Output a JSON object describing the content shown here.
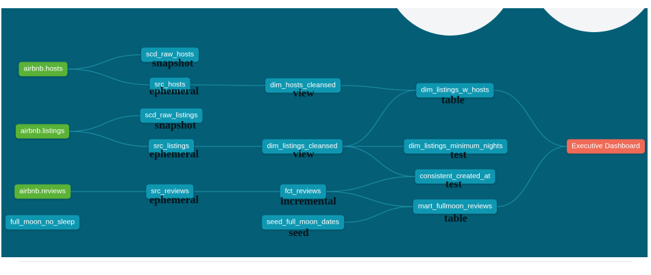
{
  "colors": {
    "canvas": "#035e76",
    "model": "#0f97b1",
    "source": "#5ab236",
    "exposure": "#ef6a57",
    "edge": "#1e8fa6"
  },
  "nodes": {
    "airbnb_hosts": "airbnb.hosts",
    "airbnb_listings": "airbnb.listings",
    "airbnb_reviews": "airbnb.reviews",
    "full_moon_no_sleep": "full_moon_no_sleep",
    "scd_raw_hosts": "scd_raw_hosts",
    "src_hosts": "src_hosts",
    "scd_raw_listings": "scd_raw_listings",
    "src_listings": "src_listings",
    "src_reviews": "src_reviews",
    "dim_hosts_cleansed": "dim_hosts_cleansed",
    "dim_listings_cleansed": "dim_listings_cleansed",
    "fct_reviews": "fct_reviews",
    "seed_full_moon_dates": "seed_full_moon_dates",
    "dim_listings_w_hosts": "dim_listings_w_hosts",
    "dim_listings_minimum_nights": "dim_listings_minimum_nights",
    "consistent_created_at": "consistent_created_at",
    "mart_fullmoon_reviews": "mart_fullmoon_reviews",
    "executive_dashboard": "Executive Dashboard"
  },
  "annotations": {
    "scd_raw_hosts": "snapshot",
    "src_hosts": "ephemeral",
    "scd_raw_listings": "snapshot",
    "src_listings": "ephemeral",
    "src_reviews": "ephemeral",
    "dim_hosts_cleansed": "view",
    "dim_listings_cleansed": "view",
    "fct_reviews": "incremental",
    "seed_full_moon_dates": "seed",
    "dim_listings_w_hosts": "table",
    "dim_listings_minimum_nights": "test",
    "consistent_created_at": "test",
    "mart_fullmoon_reviews": "table"
  },
  "edges": [
    [
      "airbnb_hosts",
      "scd_raw_hosts"
    ],
    [
      "airbnb_hosts",
      "src_hosts"
    ],
    [
      "airbnb_listings",
      "scd_raw_listings"
    ],
    [
      "airbnb_listings",
      "src_listings"
    ],
    [
      "airbnb_reviews",
      "src_reviews"
    ],
    [
      "src_hosts",
      "dim_hosts_cleansed"
    ],
    [
      "src_listings",
      "dim_listings_cleansed"
    ],
    [
      "src_reviews",
      "fct_reviews"
    ],
    [
      "dim_hosts_cleansed",
      "dim_listings_w_hosts"
    ],
    [
      "dim_listings_cleansed",
      "dim_listings_w_hosts"
    ],
    [
      "dim_listings_cleansed",
      "dim_listings_minimum_nights"
    ],
    [
      "dim_listings_cleansed",
      "consistent_created_at"
    ],
    [
      "fct_reviews",
      "consistent_created_at"
    ],
    [
      "fct_reviews",
      "mart_fullmoon_reviews"
    ],
    [
      "seed_full_moon_dates",
      "mart_fullmoon_reviews"
    ],
    [
      "dim_listings_w_hosts",
      "executive_dashboard"
    ],
    [
      "mart_fullmoon_reviews",
      "executive_dashboard"
    ]
  ]
}
